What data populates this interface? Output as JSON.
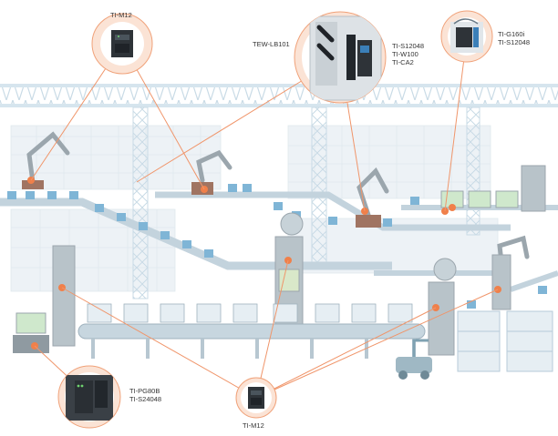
{
  "palette": {
    "accent": "#f0804a",
    "callout_fill": "#fbe3d5",
    "steel_light": "#d3e4ee",
    "steel": "#b7cbd8",
    "box": "#e7eef3",
    "box_blue": "#7fb5d6",
    "machine": "#9ba6ad",
    "monitor_screen": "#cfe8cc"
  },
  "callouts": [
    {
      "id": "top-left",
      "icon": "industrial-switch-icon",
      "lines": [
        "TI-M12"
      ]
    },
    {
      "id": "top-center",
      "icon": "wireless-bridge-enclosure-icon",
      "lines": [
        "TEW-LB101"
      ],
      "lines_right": [
        "TI-S12048",
        "TI-W100",
        "TI-CA2"
      ]
    },
    {
      "id": "top-right",
      "icon": "din-rail-switch-icon",
      "lines": [
        "TI-G160i",
        "TI-S12048"
      ]
    },
    {
      "id": "bottom-left",
      "icon": "poe-switch-icon",
      "lines": [
        "TI-PG80B",
        "TI-S24048"
      ]
    },
    {
      "id": "bottom-center",
      "icon": "industrial-switch-icon",
      "lines": [
        "TI-M12"
      ]
    }
  ]
}
